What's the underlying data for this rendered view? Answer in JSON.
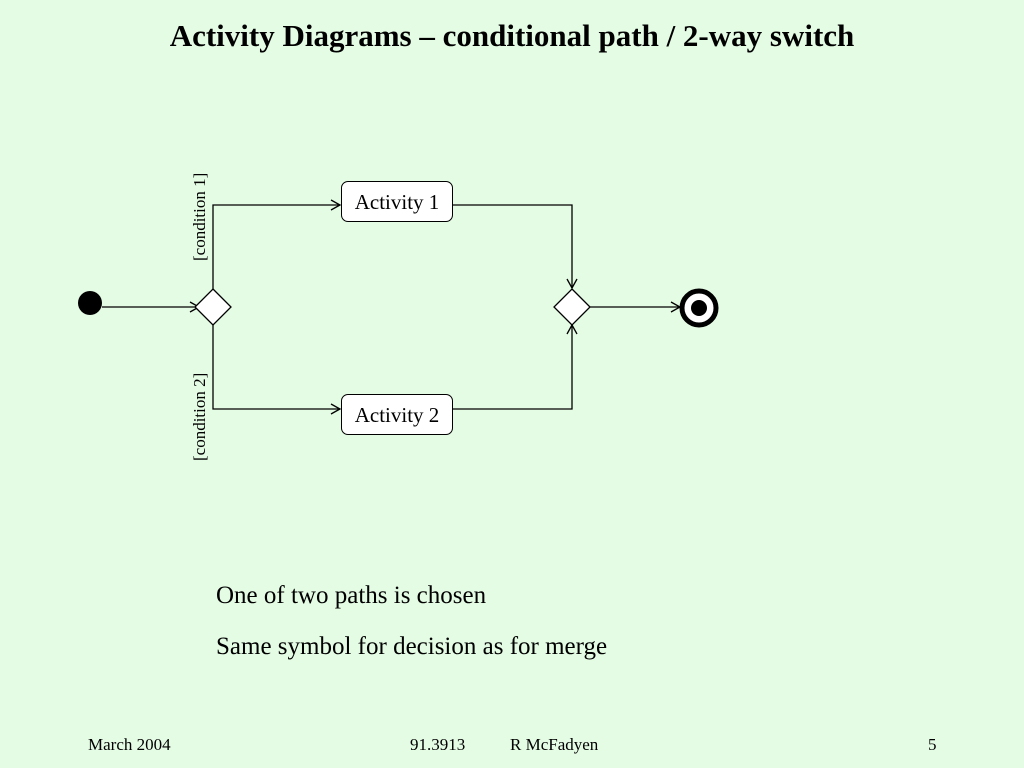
{
  "title": "Activity Diagrams – conditional path / 2-way switch",
  "diagram": {
    "activities": [
      "Activity 1",
      "Activity 2"
    ],
    "guards": [
      "[condition 1]",
      "[condition 2]"
    ]
  },
  "notes": [
    "One of two paths is chosen",
    "Same symbol for decision as for merge"
  ],
  "footer": {
    "date": "March 2004",
    "course": "91.3913",
    "author": "R McFadyen",
    "page": "5"
  },
  "colors": {
    "background": "#e4fbe4",
    "activity_fill": "#ffffff",
    "line": "#000000"
  }
}
